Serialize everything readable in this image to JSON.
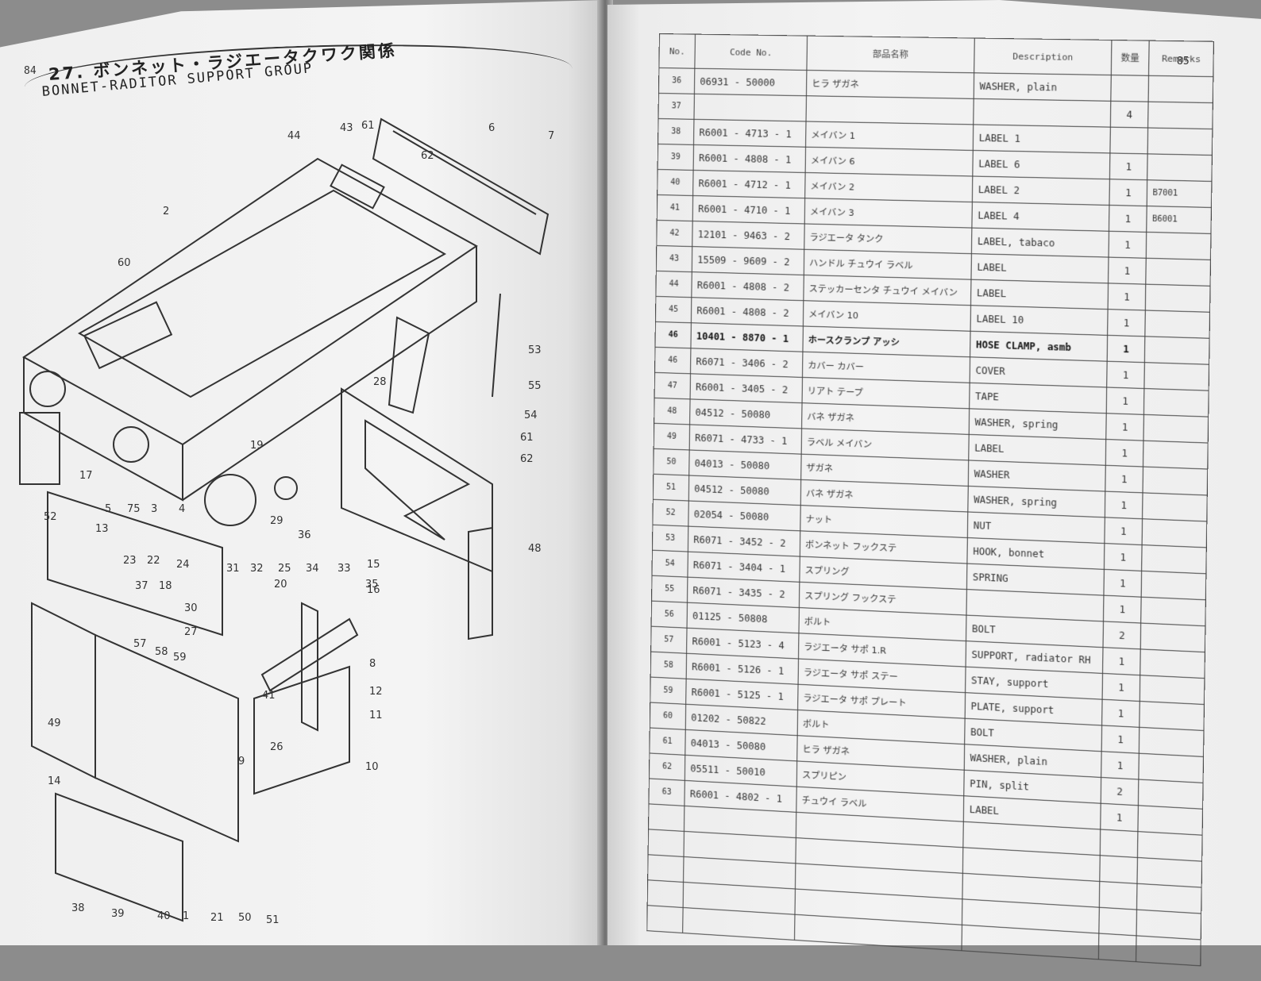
{
  "left_page": {
    "page_number": "84",
    "title_jp": "27. ボンネット・ラジエータクワク関係",
    "title_en": "BONNET-RADITOR SUPPORT GROUP"
  },
  "diagram_callouts": [
    "44",
    "43",
    "61",
    "6",
    "7",
    "2",
    "62",
    "60",
    "53",
    "55",
    "54",
    "61",
    "62",
    "28",
    "19",
    "48",
    "17",
    "5",
    "75",
    "3",
    "4",
    "31",
    "32",
    "29",
    "25",
    "34",
    "33",
    "20",
    "15",
    "16",
    "13",
    "23",
    "22",
    "24",
    "37",
    "18",
    "30",
    "27",
    "8",
    "12",
    "11",
    "10",
    "9",
    "14",
    "41",
    "26",
    "21",
    "38",
    "39",
    "40",
    "1",
    "57",
    "58",
    "59",
    "35",
    "36",
    "50",
    "51",
    "52",
    "49"
  ],
  "right_page": {
    "page_number": "85",
    "headers": {
      "no": "No.",
      "code": "Code No.",
      "jp_name": "部品名称",
      "description": "Description",
      "qty": "数量",
      "remarks": "Remarks"
    },
    "rows": [
      {
        "no": "36",
        "code": "06931 - 50000",
        "jp": "ヒラ ザガネ",
        "desc": "WASHER, plain",
        "qty": "",
        "rem": ""
      },
      {
        "no": "37",
        "code": "",
        "jp": "",
        "desc": "",
        "qty": "4",
        "rem": ""
      },
      {
        "no": "38",
        "code": "R6001 - 4713 - 1",
        "jp": "メイバン 1",
        "desc": "LABEL 1",
        "qty": "",
        "rem": ""
      },
      {
        "no": "39",
        "code": "R6001 - 4808 - 1",
        "jp": "メイバン 6",
        "desc": "LABEL 6",
        "qty": "1",
        "rem": ""
      },
      {
        "no": "40",
        "code": "R6001 - 4712 - 1",
        "jp": "メイバン 2",
        "desc": "LABEL 2",
        "qty": "1",
        "rem": "B7001"
      },
      {
        "no": "41",
        "code": "R6001 - 4710 - 1",
        "jp": "メイバン 3",
        "desc": "LABEL 4",
        "qty": "1",
        "rem": "B6001"
      },
      {
        "no": "42",
        "code": "12101 - 9463 - 2",
        "jp": "ラジエータ タンク",
        "desc": "LABEL, tabaco",
        "qty": "1",
        "rem": ""
      },
      {
        "no": "43",
        "code": "15509 - 9609 - 2",
        "jp": "ハンドル チュウイ ラベル",
        "desc": "LABEL",
        "qty": "1",
        "rem": ""
      },
      {
        "no": "44",
        "code": "R6001 - 4808 - 2",
        "jp": "ステッカーセンタ チュウイ メイバン",
        "desc": "LABEL",
        "qty": "1",
        "rem": ""
      },
      {
        "no": "45",
        "code": "R6001 - 4808 - 2",
        "jp": "メイバン 10",
        "desc": "LABEL 10",
        "qty": "1",
        "rem": ""
      },
      {
        "no": "46",
        "code": "10401 - 8870 - 1",
        "jp": "ホースクランプ アッシ",
        "desc": "HOSE CLAMP, asmb",
        "qty": "1",
        "rem": "",
        "bold": true
      },
      {
        "no": "46",
        "code": "R6071 - 3406 - 2",
        "jp": "カバー カバー",
        "desc": "COVER",
        "qty": "1",
        "rem": ""
      },
      {
        "no": "47",
        "code": "R6001 - 3405 - 2",
        "jp": "リアト テープ",
        "desc": "TAPE",
        "qty": "1",
        "rem": ""
      },
      {
        "no": "48",
        "code": "04512 - 50080",
        "jp": "バネ ザガネ",
        "desc": "WASHER, spring",
        "qty": "1",
        "rem": ""
      },
      {
        "no": "49",
        "code": "R6071 - 4733 - 1",
        "jp": "ラベル メイバン",
        "desc": "LABEL",
        "qty": "1",
        "rem": ""
      },
      {
        "no": "50",
        "code": "04013 - 50080",
        "jp": "ザガネ",
        "desc": "WASHER",
        "qty": "1",
        "rem": ""
      },
      {
        "no": "51",
        "code": "04512 - 50080",
        "jp": "バネ ザガネ",
        "desc": "WASHER, spring",
        "qty": "1",
        "rem": ""
      },
      {
        "no": "52",
        "code": "02054 - 50080",
        "jp": "ナット",
        "desc": "NUT",
        "qty": "1",
        "rem": ""
      },
      {
        "no": "53",
        "code": "R6071 - 3452 - 2",
        "jp": "ボンネット フックステ",
        "desc": "HOOK, bonnet",
        "qty": "1",
        "rem": ""
      },
      {
        "no": "54",
        "code": "R6071 - 3404 - 1",
        "jp": "スプリング",
        "desc": "SPRING",
        "qty": "1",
        "rem": ""
      },
      {
        "no": "55",
        "code": "R6071 - 3435 - 2",
        "jp": "スプリング フックステ",
        "desc": "",
        "qty": "1",
        "rem": ""
      },
      {
        "no": "56",
        "code": "01125 - 50808",
        "jp": "ボルト",
        "desc": "BOLT",
        "qty": "2",
        "rem": ""
      },
      {
        "no": "57",
        "code": "R6001 - 5123 - 4",
        "jp": "ラジエータ サポ 1.R",
        "desc": "SUPPORT, radiator RH",
        "qty": "1",
        "rem": ""
      },
      {
        "no": "58",
        "code": "R6001 - 5126 - 1",
        "jp": "ラジエータ サポ ステー",
        "desc": "STAY, support",
        "qty": "1",
        "rem": ""
      },
      {
        "no": "59",
        "code": "R6001 - 5125 - 1",
        "jp": "ラジエータ サポ プレート",
        "desc": "PLATE, support",
        "qty": "1",
        "rem": ""
      },
      {
        "no": "60",
        "code": "01202 - 50822",
        "jp": "ボルト",
        "desc": "BOLT",
        "qty": "1",
        "rem": ""
      },
      {
        "no": "61",
        "code": "04013 - 50080",
        "jp": "ヒラ ザガネ",
        "desc": "WASHER, plain",
        "qty": "1",
        "rem": ""
      },
      {
        "no": "62",
        "code": "05511 - 50010",
        "jp": "スプリピン",
        "desc": "PIN, split",
        "qty": "2",
        "rem": ""
      },
      {
        "no": "63",
        "code": "R6001 - 4802 - 1",
        "jp": "チュウイ ラベル",
        "desc": "LABEL",
        "qty": "1",
        "rem": ""
      },
      {
        "no": "",
        "code": "",
        "jp": "",
        "desc": "",
        "qty": "",
        "rem": ""
      },
      {
        "no": "",
        "code": "",
        "jp": "",
        "desc": "",
        "qty": "",
        "rem": ""
      },
      {
        "no": "",
        "code": "",
        "jp": "",
        "desc": "",
        "qty": "",
        "rem": ""
      },
      {
        "no": "",
        "code": "",
        "jp": "",
        "desc": "",
        "qty": "",
        "rem": ""
      },
      {
        "no": "",
        "code": "",
        "jp": "",
        "desc": "",
        "qty": "",
        "rem": ""
      }
    ]
  }
}
